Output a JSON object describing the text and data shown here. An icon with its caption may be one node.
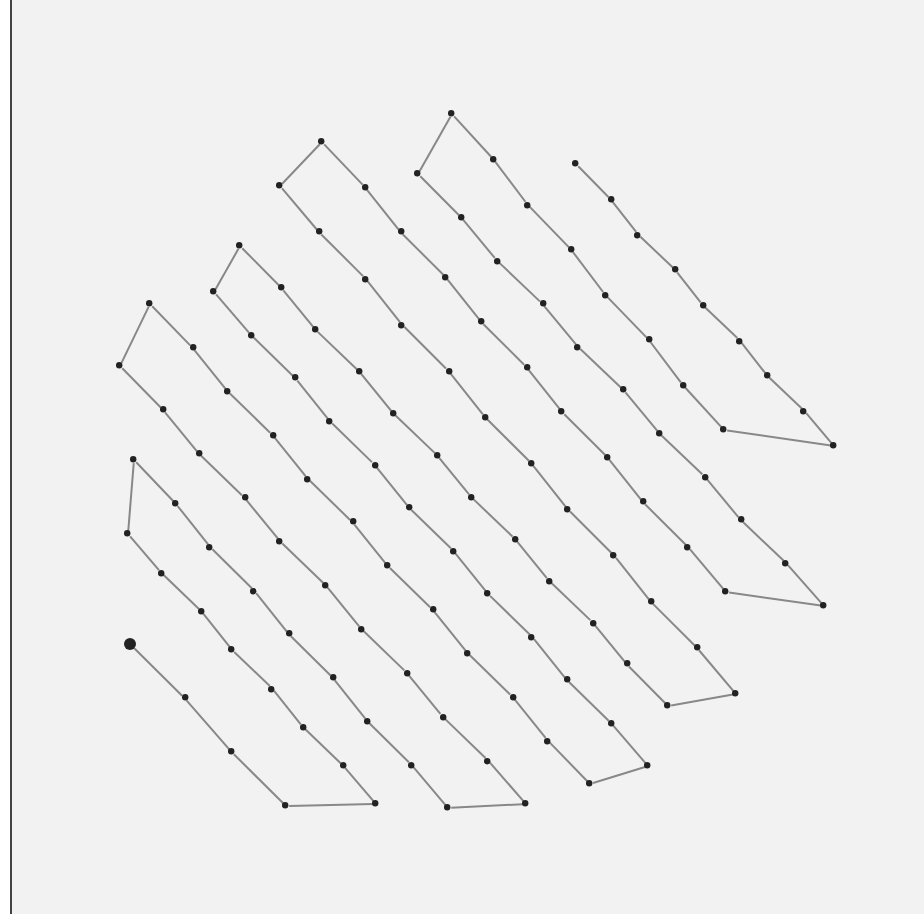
{
  "diagram": {
    "nodes": [
      {
        "text": [],
        "shape": "circle"
      },
      {
        "text": [],
        "shape": "circle"
      },
      {
        "text": [],
        "shape": "circle"
      },
      {
        "text": [],
        "shape": "circle"
      },
      {
        "text": [],
        "shape": "circle"
      },
      {
        "text": [],
        "shape": "circle"
      },
      {
        "text": [],
        "shape": "circle"
      },
      {
        "text": [],
        "shape": "circle"
      },
      {
        "text": [],
        "shape": "circle"
      },
      {
        "text": [],
        "shape": "circle"
      },
      {
        "text": [],
        "shape": "circle"
      },
      {
        "text": [],
        "shape": "circle"
      },
      {
        "text": [],
        "shape": "circle"
      },
      {
        "text": [],
        "shape": "circle"
      },
      {
        "text": [],
        "shape": "circle"
      },
      {
        "text": [],
        "shape": "circle"
      },
      {
        "text": [],
        "shape": "circle"
      },
      {
        "text": [],
        "shape": "circle"
      },
      {
        "text": [],
        "shape": "circle"
      },
      {
        "text": [],
        "shape": "circle"
      },
      {
        "text": [],
        "shape": "circle"
      },
      {
        "text": [],
        "shape": "circle"
      },
      {
        "text": [],
        "shape": "circle"
      },
      {
        "text": [],
        "shape": "circle"
      },
      {
        "text": [],
        "shape": "circle"
      },
      {
        "text": [],
        "shape": "circle"
      },
      {
        "text": [],
        "shape": "circle"
      },
      {
        "text": [],
        "shape": "circle"
      },
      {
        "text": [],
        "shape": "circle"
      },
      {
        "text": [],
        "shape": "circle"
      },
      {
        "text": [],
        "shape": "circle"
      },
      {
        "text": [],
        "shape": "circle"
      },
      {
        "text": [],
        "shape": "circle"
      },
      {
        "text": [],
        "shape": "circle"
      },
      {
        "text": [],
        "shape": "circle"
      },
      {
        "text": [],
        "shape": "circle"
      },
      {
        "text": [],
        "shape": "circle"
      },
      {
        "text": [],
        "shape": "circle"
      },
      {
        "text": [],
        "shape": "circle"
      },
      {
        "text": [],
        "shape": "circle"
      },
      {
        "text": [],
        "shape": "circle"
      },
      {
        "text": [],
        "shape": "circle"
      },
      {
        "text": [],
        "shape": "circle"
      },
      {
        "text": [],
        "shape": "circle"
      },
      {
        "text": [],
        "shape": "circle"
      },
      {
        "text": [],
        "shape": "circle"
      },
      {
        "text": [],
        "shape": "circle"
      },
      {
        "text": [],
        "shape": "circle"
      },
      {
        "text": [],
        "shape": "circle"
      },
      {
        "text": [],
        "shape": "circle"
      },
      {
        "text": [],
        "shape": "circle"
      },
      {
        "text": [],
        "shape": "circle"
      },
      {
        "text": [],
        "shape": "circle"
      },
      {
        "text": [],
        "shape": "circle"
      },
      {
        "text": [],
        "shape": "circle"
      },
      {
        "text": [],
        "shape": "circle"
      },
      {
        "text": [],
        "shape": "circle"
      },
      {
        "text": [],
        "shape": "circle"
      },
      {
        "text": [],
        "shape": "circle"
      },
      {
        "text": [],
        "shape": "circle"
      },
      {
        "text": [],
        "shape": "circle"
      },
      {
        "text": [],
        "shape": "circle"
      },
      {
        "text": [],
        "shape": "circle"
      },
      {
        "text": [],
        "shape": "circle"
      },
      {
        "text": [],
        "shape": "circle"
      },
      {
        "text": [],
        "shape": "circle"
      },
      {
        "text": [],
        "shape": "circle"
      },
      {
        "text": [],
        "shape": "circle"
      },
      {
        "text": [],
        "shape": "circle"
      },
      {
        "text": [],
        "shape": "circle"
      },
      {
        "text": [],
        "shape": "circle"
      },
      {
        "text": [],
        "shape": "circle"
      },
      {
        "text": [],
        "shape": "circle"
      },
      {
        "text": [],
        "shape": "circle"
      },
      {
        "text": [],
        "shape": "circle"
      },
      {
        "text": [],
        "shape": "circle"
      },
      {
        "text": [],
        "shape": "circle"
      },
      {
        "text": [],
        "shape": "circle"
      },
      {
        "text": [],
        "shape": "circle"
      },
      {
        "text": [],
        "shape": "circle"
      },
      {
        "text": [],
        "shape": "circle"
      },
      {
        "text": [],
        "shape": "circle"
      },
      {
        "text": [],
        "shape": "circle"
      },
      {
        "text": [],
        "shape": "circle"
      },
      {
        "text": [],
        "shape": "circle"
      },
      {
        "text": [],
        "shape": "circle"
      },
      {
        "text": [],
        "shape": "circle"
      },
      {
        "text": [],
        "shape": "circle"
      },
      {
        "text": [],
        "shape": "circle"
      },
      {
        "text": [],
        "shape": "circle"
      },
      {
        "text": [],
        "shape": "circle"
      },
      {
        "text": [],
        "shape": "circle"
      },
      {
        "text": [],
        "shape": "circle"
      },
      {
        "text": [],
        "shape": "circle"
      },
      {
        "text": [],
        "shape": "circle"
      },
      {
        "text": [],
        "shape": "circle"
      },
      {
        "text": [],
        "shape": "circle"
      },
      {
        "text": [],
        "shape": "circle"
      },
      {
        "text": [],
        "shape": "circle"
      },
      {
        "text": [],
        "shape": "circle"
      },
      {
        "text": [],
        "shape": "circle"
      },
      {
        "text": [],
        "shape": "circle"
      },
      {
        "text": [],
        "shape": "circle"
      },
      {
        "text": [],
        "shape": "circle"
      },
      {
        "text": [],
        "shape": "circle"
      },
      {
        "text": [],
        "shape": "circle"
      },
      {
        "text": [],
        "shape": "circle"
      },
      {
        "text": [],
        "shape": "circle"
      },
      {
        "text": [],
        "shape": "circle"
      },
      {
        "text": [],
        "shape": "circle"
      },
      {
        "text": [],
        "shape": "circle"
      },
      {
        "text": [],
        "shape": "circle"
      },
      {
        "text": [],
        "shape": "circle"
      },
      {
        "text": [],
        "shape": "circle"
      },
      {
        "text": [],
        "shape": "circle"
      },
      {
        "text": [],
        "shape": "circle"
      },
      {
        "text": [],
        "shape": "circle"
      },
      {
        "text": [],
        "shape": "circle"
      },
      {
        "text": [],
        "shape": "circle"
      }
    ],
    "edges": [
      {
        "from": 0,
        "to": 1,
        "arrow": "none"
      },
      {
        "from": 1,
        "to": 2,
        "arrow": "none"
      },
      {
        "from": 2,
        "to": 3,
        "arrow": "none"
      },
      {
        "from": 3,
        "to": 4,
        "arrow": "none"
      },
      {
        "from": 4,
        "to": 5,
        "arrow": "none"
      },
      {
        "from": 5,
        "to": 6,
        "arrow": "none"
      },
      {
        "from": 6,
        "to": 7,
        "arrow": "none"
      },
      {
        "from": 7,
        "to": 8,
        "arrow": "none"
      },
      {
        "from": 8,
        "to": 9,
        "arrow": "none"
      },
      {
        "from": 9,
        "to": 10,
        "arrow": "none"
      },
      {
        "from": 10,
        "to": 11,
        "arrow": "none"
      },
      {
        "from": 11,
        "to": 12,
        "arrow": "none"
      },
      {
        "from": 12,
        "to": 13,
        "arrow": "none"
      },
      {
        "from": 13,
        "to": 14,
        "arrow": "none"
      },
      {
        "from": 14,
        "to": 15,
        "arrow": "none"
      },
      {
        "from": 15,
        "to": 16,
        "arrow": "none"
      },
      {
        "from": 16,
        "to": 17,
        "arrow": "none"
      },
      {
        "from": 17,
        "to": 18,
        "arrow": "none"
      },
      {
        "from": 18,
        "to": 19,
        "arrow": "none"
      },
      {
        "from": 19,
        "to": 20,
        "arrow": "none"
      },
      {
        "from": 20,
        "to": 21,
        "arrow": "none"
      },
      {
        "from": 21,
        "to": 22,
        "arrow": "none"
      },
      {
        "from": 22,
        "to": 23,
        "arrow": "none"
      },
      {
        "from": 23,
        "to": 24,
        "arrow": "none"
      },
      {
        "from": 24,
        "to": 25,
        "arrow": "none"
      },
      {
        "from": 25,
        "to": 26,
        "arrow": "none"
      },
      {
        "from": 26,
        "to": 27,
        "arrow": "none"
      },
      {
        "from": 27,
        "to": 28,
        "arrow": "none"
      },
      {
        "from": 28,
        "to": 29,
        "arrow": "none"
      },
      {
        "from": 29,
        "to": 30,
        "arrow": "none"
      },
      {
        "from": 30,
        "to": 31,
        "arrow": "none"
      },
      {
        "from": 31,
        "to": 32,
        "arrow": "none"
      },
      {
        "from": 32,
        "to": 33,
        "arrow": "none"
      },
      {
        "from": 33,
        "to": 34,
        "arrow": "none"
      },
      {
        "from": 34,
        "to": 35,
        "arrow": "none"
      },
      {
        "from": 35,
        "to": 36,
        "arrow": "none"
      },
      {
        "from": 36,
        "to": 37,
        "arrow": "none"
      },
      {
        "from": 37,
        "to": 38,
        "arrow": "none"
      },
      {
        "from": 38,
        "to": 39,
        "arrow": "none"
      },
      {
        "from": 39,
        "to": 40,
        "arrow": "none"
      },
      {
        "from": 40,
        "to": 41,
        "arrow": "none"
      },
      {
        "from": 41,
        "to": 42,
        "arrow": "none"
      },
      {
        "from": 42,
        "to": 43,
        "arrow": "none"
      },
      {
        "from": 43,
        "to": 44,
        "arrow": "none"
      },
      {
        "from": 44,
        "to": 45,
        "arrow": "none"
      },
      {
        "from": 45,
        "to": 46,
        "arrow": "none"
      },
      {
        "from": 46,
        "to": 47,
        "arrow": "none"
      },
      {
        "from": 47,
        "to": 48,
        "arrow": "none"
      },
      {
        "from": 48,
        "to": 49,
        "arrow": "none"
      },
      {
        "from": 49,
        "to": 50,
        "arrow": "none"
      },
      {
        "from": 50,
        "to": 51,
        "arrow": "none"
      },
      {
        "from": 51,
        "to": 52,
        "arrow": "none"
      },
      {
        "from": 52,
        "to": 53,
        "arrow": "none"
      },
      {
        "from": 53,
        "to": 54,
        "arrow": "none"
      },
      {
        "from": 54,
        "to": 55,
        "arrow": "none"
      },
      {
        "from": 55,
        "to": 56,
        "arrow": "none"
      },
      {
        "from": 56,
        "to": 57,
        "arrow": "none"
      },
      {
        "from": 57,
        "to": 58,
        "arrow": "none"
      },
      {
        "from": 58,
        "to": 59,
        "arrow": "none"
      },
      {
        "from": 59,
        "to": 60,
        "arrow": "none"
      },
      {
        "from": 60,
        "to": 61,
        "arrow": "none"
      },
      {
        "from": 61,
        "to": 62,
        "arrow": "none"
      },
      {
        "from": 62,
        "to": 63,
        "arrow": "none"
      },
      {
        "from": 63,
        "to": 64,
        "arrow": "none"
      },
      {
        "from": 64,
        "to": 65,
        "arrow": "none"
      },
      {
        "from": 65,
        "to": 66,
        "arrow": "none"
      },
      {
        "from": 66,
        "to": 67,
        "arrow": "none"
      },
      {
        "from": 67,
        "to": 68,
        "arrow": "none"
      },
      {
        "from": 68,
        "to": 69,
        "arrow": "none"
      },
      {
        "from": 69,
        "to": 70,
        "arrow": "none"
      },
      {
        "from": 70,
        "to": 71,
        "arrow": "none"
      },
      {
        "from": 71,
        "to": 72,
        "arrow": "none"
      },
      {
        "from": 72,
        "to": 73,
        "arrow": "none"
      },
      {
        "from": 73,
        "to": 74,
        "arrow": "none"
      },
      {
        "from": 74,
        "to": 75,
        "arrow": "none"
      },
      {
        "from": 75,
        "to": 76,
        "arrow": "none"
      },
      {
        "from": 76,
        "to": 77,
        "arrow": "none"
      },
      {
        "from": 77,
        "to": 78,
        "arrow": "none"
      },
      {
        "from": 78,
        "to": 79,
        "arrow": "none"
      },
      {
        "from": 79,
        "to": 80,
        "arrow": "none"
      },
      {
        "from": 80,
        "to": 81,
        "arrow": "none"
      },
      {
        "from": 81,
        "to": 82,
        "arrow": "none"
      },
      {
        "from": 82,
        "to": 83,
        "arrow": "none"
      },
      {
        "from": 83,
        "to": 84,
        "arrow": "none"
      },
      {
        "from": 84,
        "to": 85,
        "arrow": "none"
      },
      {
        "from": 85,
        "to": 86,
        "arrow": "none"
      },
      {
        "from": 86,
        "to": 87,
        "arrow": "none"
      },
      {
        "from": 87,
        "to": 88,
        "arrow": "none"
      },
      {
        "from": 88,
        "to": 89,
        "arrow": "none"
      },
      {
        "from": 89,
        "to": 90,
        "arrow": "none"
      },
      {
        "from": 90,
        "to": 91,
        "arrow": "none"
      },
      {
        "from": 91,
        "to": 92,
        "arrow": "none"
      },
      {
        "from": 92,
        "to": 93,
        "arrow": "none"
      },
      {
        "from": 93,
        "to": 94,
        "arrow": "none"
      },
      {
        "from": 94,
        "to": 95,
        "arrow": "none"
      },
      {
        "from": 95,
        "to": 96,
        "arrow": "none"
      },
      {
        "from": 96,
        "to": 97,
        "arrow": "none"
      },
      {
        "from": 97,
        "to": 98,
        "arrow": "none"
      },
      {
        "from": 98,
        "to": 99,
        "arrow": "none"
      },
      {
        "from": 99,
        "to": 100,
        "arrow": "none"
      },
      {
        "from": 100,
        "to": 101,
        "arrow": "none"
      },
      {
        "from": 101,
        "to": 102,
        "arrow": "none"
      },
      {
        "from": 102,
        "to": 103,
        "arrow": "none"
      },
      {
        "from": 103,
        "to": 104,
        "arrow": "none"
      },
      {
        "from": 104,
        "to": 105,
        "arrow": "none"
      },
      {
        "from": 105,
        "to": 106,
        "arrow": "none"
      },
      {
        "from": 106,
        "to": 107,
        "arrow": "none"
      },
      {
        "from": 107,
        "to": 108,
        "arrow": "none"
      },
      {
        "from": 108,
        "to": 109,
        "arrow": "none"
      },
      {
        "from": 109,
        "to": 110,
        "arrow": "none"
      },
      {
        "from": 110,
        "to": 111,
        "arrow": "none"
      },
      {
        "from": 111,
        "to": 112,
        "arrow": "none"
      },
      {
        "from": 112,
        "to": 113,
        "arrow": "none"
      },
      {
        "from": 113,
        "to": 114,
        "arrow": "none"
      },
      {
        "from": 114,
        "to": 115,
        "arrow": "none"
      },
      {
        "from": 115,
        "to": 116,
        "arrow": "none"
      },
      {
        "from": 116,
        "to": 117,
        "arrow": "none"
      },
      {
        "from": 117,
        "to": 118,
        "arrow": "none"
      }
    ]
  }
}
